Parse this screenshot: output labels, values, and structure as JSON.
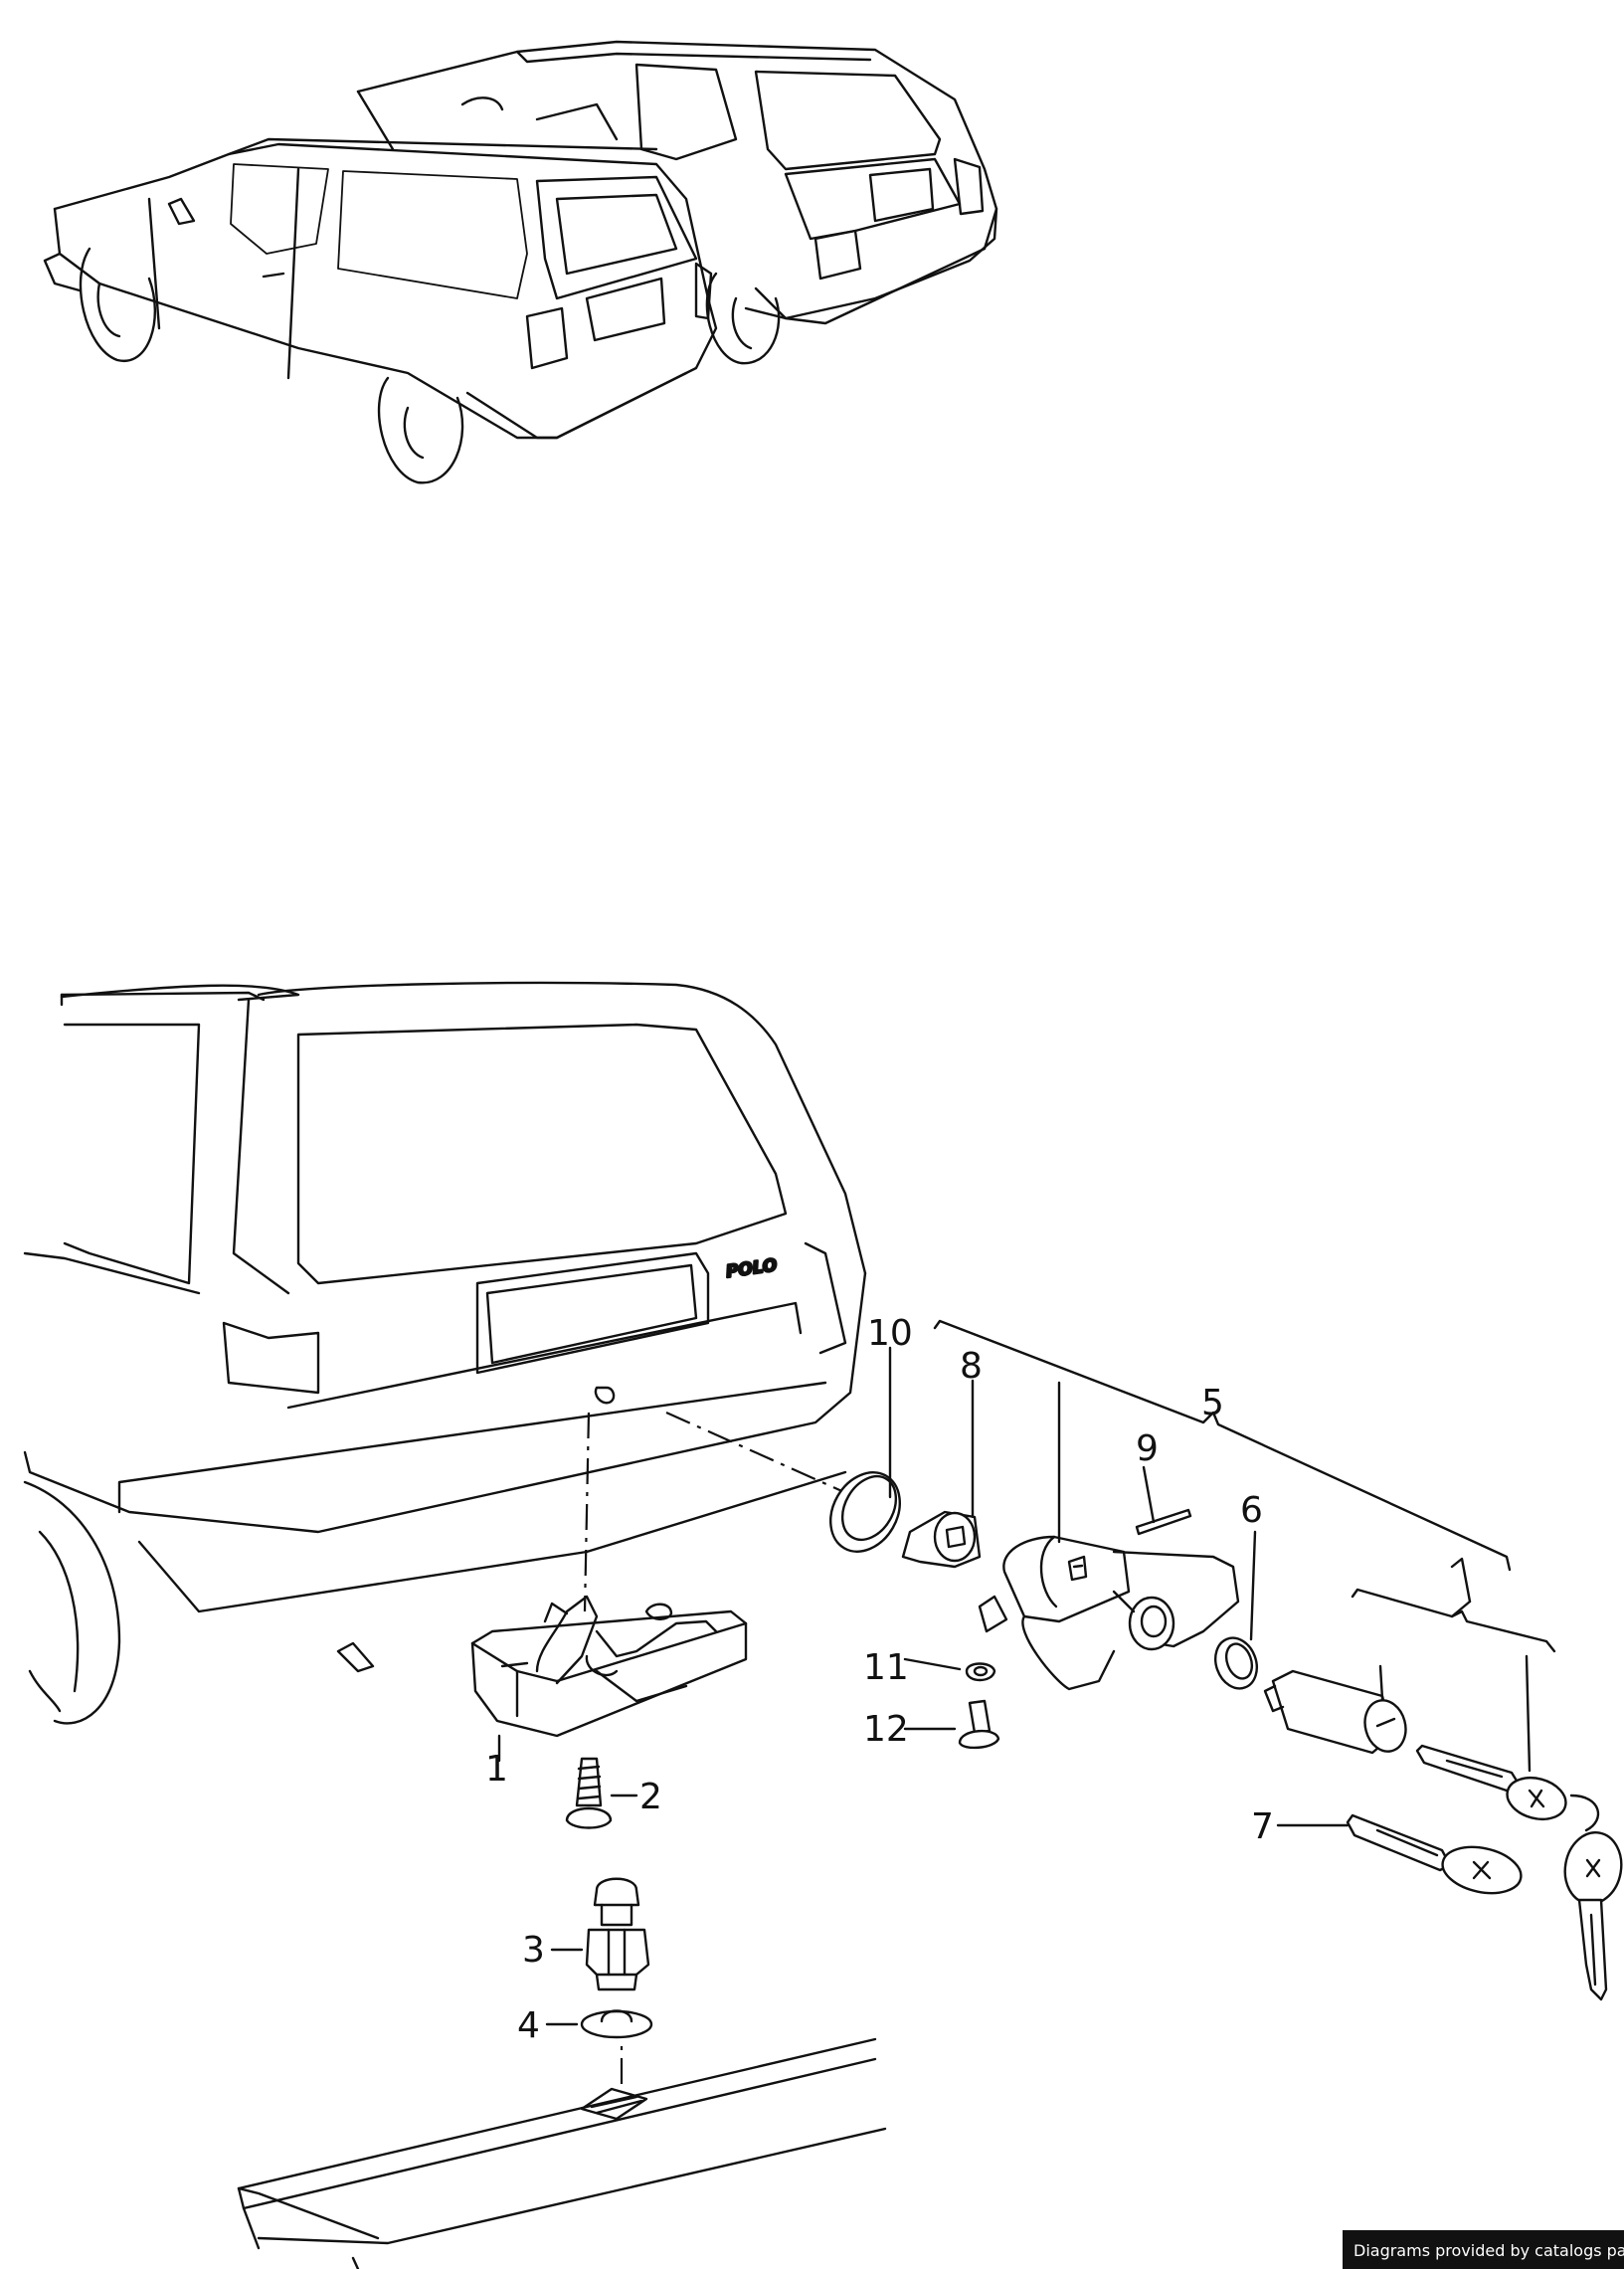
{
  "callouts": [
    {
      "id": "1",
      "text": "1"
    },
    {
      "id": "2",
      "text": "2"
    },
    {
      "id": "3",
      "text": "3"
    },
    {
      "id": "4",
      "text": "4"
    },
    {
      "id": "5",
      "text": "5"
    },
    {
      "id": "6",
      "text": "6"
    },
    {
      "id": "7",
      "text": "7"
    },
    {
      "id": "8",
      "text": "8"
    },
    {
      "id": "9",
      "text": "9"
    },
    {
      "id": "10",
      "text": "10"
    },
    {
      "id": "11",
      "text": "11"
    },
    {
      "id": "12",
      "text": "12"
    }
  ],
  "car_badge": "POLO",
  "footer": {
    "credit": "Diagrams provided by catalogs parts"
  }
}
